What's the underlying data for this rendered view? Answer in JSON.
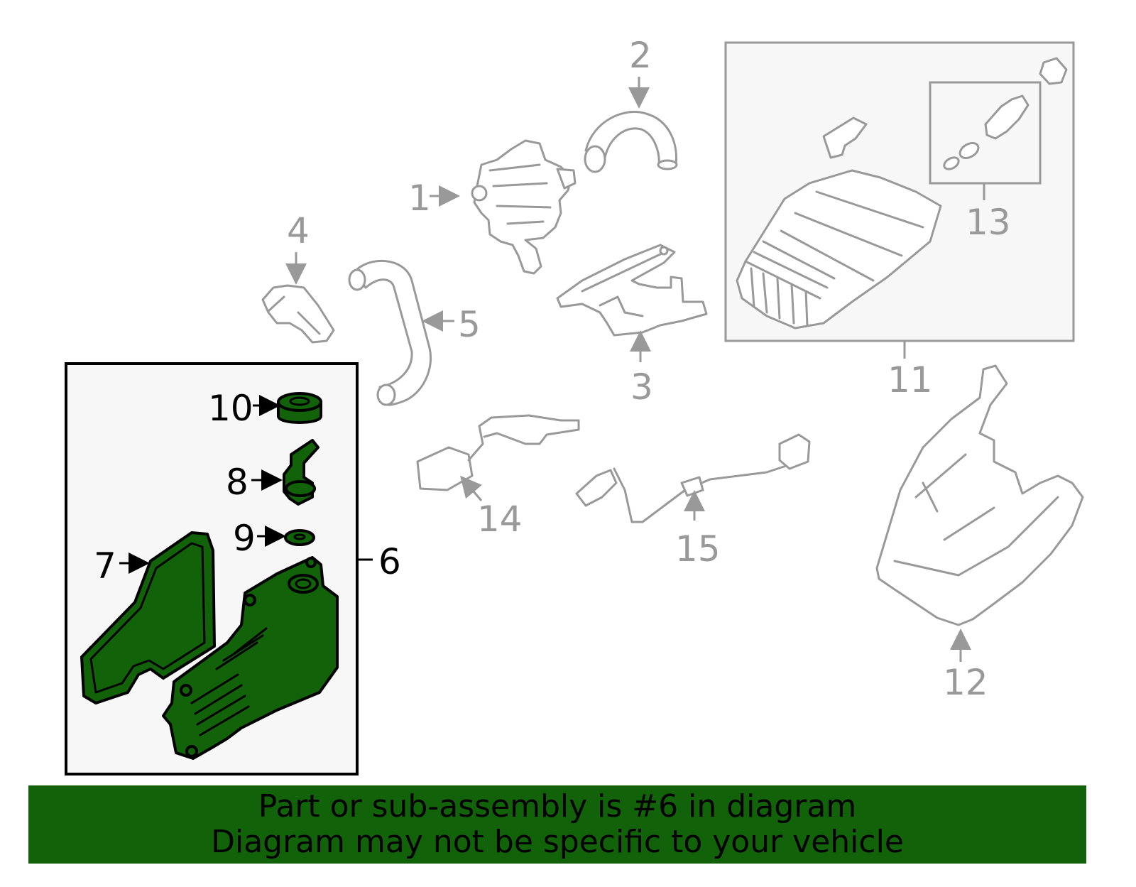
{
  "callouts": {
    "c1": "1",
    "c2": "2",
    "c3": "3",
    "c4": "4",
    "c5": "5",
    "c6": "6",
    "c7": "7",
    "c8": "8",
    "c9": "9",
    "c10": "10",
    "c11": "11",
    "c12": "12",
    "c13": "13",
    "c14": "14",
    "c15": "15"
  },
  "banner": {
    "line1": "Part or sub-assembly is #6 in diagram",
    "line2": "Diagram may not be specific to your vehicle"
  },
  "colors": {
    "highlight": "#116209",
    "other_parts": "#999999",
    "background": "#ffffff"
  }
}
